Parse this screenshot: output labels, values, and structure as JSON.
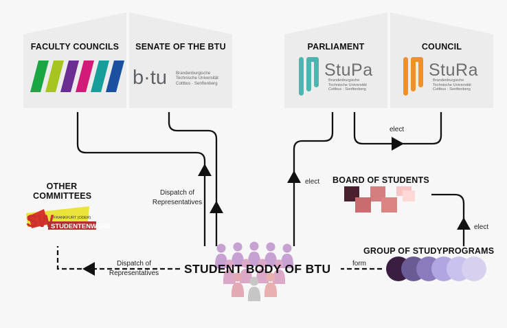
{
  "boxes": {
    "faculty_councils": "FACULTY COUNCILS",
    "senate": "SENATE OF THE BTU",
    "parliament": "PARLIAMENT",
    "council": "COUNCIL"
  },
  "logos": {
    "btu_word": "b·tu",
    "btu_text": "Brandenburgische\nTechnische Universität\nCottbus · Senftenberg",
    "stupa_word": "StuPa",
    "stura_word": "StuRa",
    "university_text": "Brandenburgische\nTechnische Universität\nCottbus · Senftenberg",
    "studentenwerk_word": "SW",
    "studentenwerk_sub": "FRANKFURT (ODER)",
    "studentenwerk_name": "STUDENTENWERK"
  },
  "nodes": {
    "other_committees": "OTHER\nCOMMITTEES",
    "board_of_students": "BOARD OF STUDENTS",
    "group_of_studyprograms": "GROUP OF STUDYPROGRAMS",
    "student_body": "STUDENT BODY OF BTU"
  },
  "edges": {
    "dispatch_senate": "Dispatch of\nRepresentatives",
    "dispatch_other": "Dispatch of\nRepresentatives",
    "elect_parliament": "elect",
    "elect_council": "elect",
    "elect_board": "elect",
    "form": "form"
  },
  "colors": {
    "box_bg": "#ececec",
    "faculty_stripes": [
      "#1aa642",
      "#a7c520",
      "#6b2d91",
      "#d21b78",
      "#169e9b",
      "#1b4fa0"
    ],
    "stupa_teal": "#4bb5b0",
    "stura_orange": "#f0902b",
    "board_squares": [
      "#4a1f2e",
      "#d47f7f",
      "#f7c5c3",
      "#c96c6f",
      "#dc8384",
      "#ffd9d6"
    ],
    "study_circles": [
      "#3a1e42",
      "#6a5b94",
      "#8a7cbc",
      "#b1a6e0",
      "#cac2ee",
      "#d7d1ef"
    ],
    "people": [
      "#c6a1d2",
      "#dba8c8",
      "#e2aab5",
      "#c6c6c6",
      "#e9b0b2"
    ]
  }
}
